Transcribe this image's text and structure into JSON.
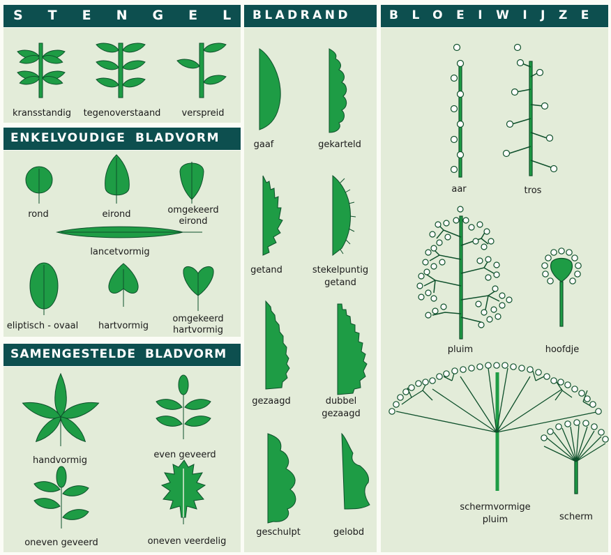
{
  "sections": {
    "stengel": {
      "title": "STENGEL",
      "labels": {
        "kransstandig": "kransstandig",
        "tegenoverstaand": "tegenoverstaand",
        "verspreid": "verspreid"
      }
    },
    "enkelvoudig": {
      "title": "ENKELVOUDIGE BLADVORM",
      "labels": {
        "rond": "rond",
        "eirond": "eirond",
        "omgekeerd_eirond_1": "omgekeerd",
        "omgekeerd_eirond_2": "eirond",
        "lancetvormig": "lancetvormig",
        "eliptisch": "eliptisch - ovaal",
        "hartvormig": "hartvormig",
        "omgekeerd_hart_1": "omgekeerd",
        "omgekeerd_hart_2": "hartvormig"
      }
    },
    "samengesteld": {
      "title": "SAMENGESTELDE BLADVORM",
      "labels": {
        "handvormig": "handvormig",
        "even_geveerd": "even geveerd",
        "oneven_geveerd": "oneven geveerd",
        "oneven_veerdelig": "oneven veerdelig"
      }
    },
    "bladrand": {
      "title": "BLADRAND",
      "labels": {
        "gaaf": "gaaf",
        "gekarteld": "gekarteld",
        "getand": "getand",
        "stekelpuntig_1": "stekelpuntig",
        "stekelpuntig_2": "getand",
        "gezaagd": "gezaagd",
        "dubbel_1": "dubbel",
        "dubbel_2": "gezaagd",
        "geschulpt": "geschulpt",
        "gelobd": "gelobd"
      }
    },
    "bloeiwijze": {
      "title": "BLOEIWIJZE",
      "labels": {
        "aar": "aar",
        "tros": "tros",
        "pluim": "pluim",
        "hoofdje": "hoofdje",
        "schermvormige_1": "schermvormige",
        "schermvormige_2": "pluim",
        "scherm": "scherm"
      }
    }
  },
  "colors": {
    "header": "#0d4f4f",
    "panel": "#e3ecd9",
    "leaf": "#1e9c45",
    "stem": "#0d4f2a",
    "flower": "#ffffff"
  }
}
